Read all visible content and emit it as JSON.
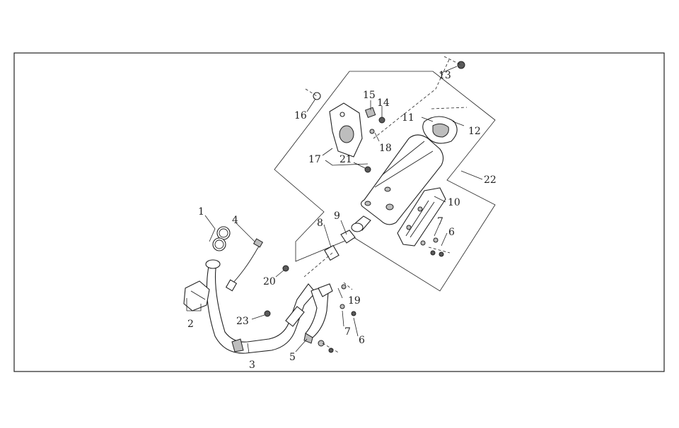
{
  "callouts": [
    {
      "id": "c1",
      "label": "1"
    },
    {
      "id": "c2",
      "label": "2"
    },
    {
      "id": "c3",
      "label": "3"
    },
    {
      "id": "c4",
      "label": "4"
    },
    {
      "id": "c5",
      "label": "5"
    },
    {
      "id": "c6a",
      "label": "6"
    },
    {
      "id": "c6b",
      "label": "6"
    },
    {
      "id": "c7a",
      "label": "7"
    },
    {
      "id": "c7b",
      "label": "7"
    },
    {
      "id": "c8",
      "label": "8"
    },
    {
      "id": "c9",
      "label": "9"
    },
    {
      "id": "c10",
      "label": "10"
    },
    {
      "id": "c11",
      "label": "11"
    },
    {
      "id": "c12",
      "label": "12"
    },
    {
      "id": "c13",
      "label": "13"
    },
    {
      "id": "c14",
      "label": "14"
    },
    {
      "id": "c15",
      "label": "15"
    },
    {
      "id": "c16",
      "label": "16"
    },
    {
      "id": "c17",
      "label": "17"
    },
    {
      "id": "c18",
      "label": "18"
    },
    {
      "id": "c19",
      "label": "19"
    },
    {
      "id": "c20",
      "label": "20"
    },
    {
      "id": "c21",
      "label": "21"
    },
    {
      "id": "c22",
      "label": "22"
    },
    {
      "id": "c23",
      "label": "23"
    }
  ]
}
